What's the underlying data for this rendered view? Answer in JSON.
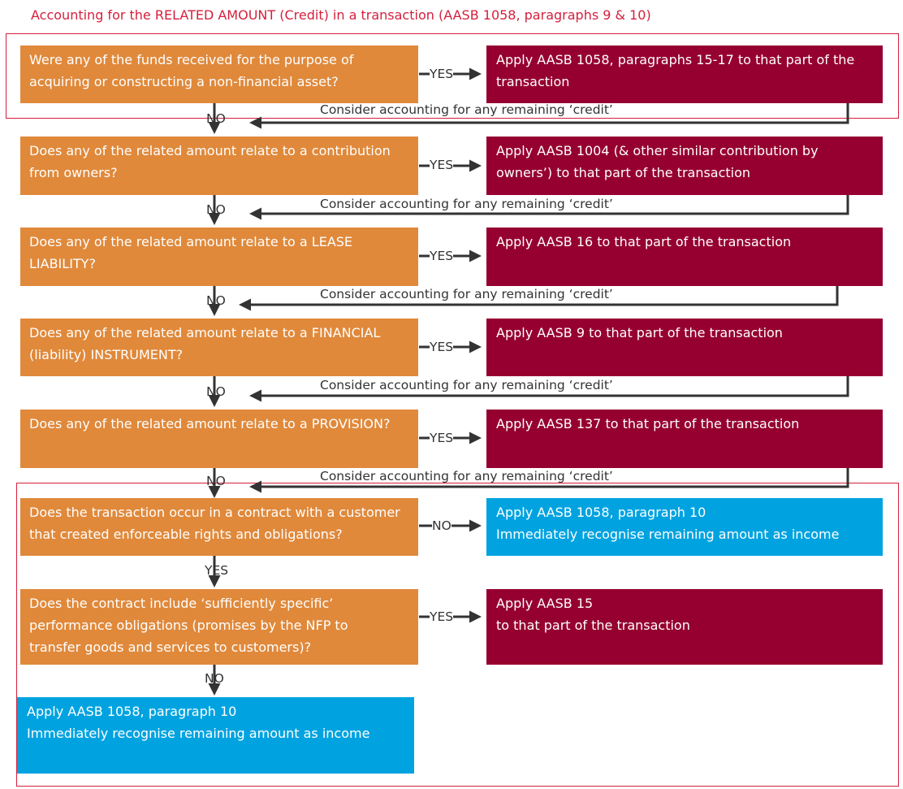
{
  "title": "Accounting for the RELATED AMOUNT (Credit) in a transaction (AASB 1058, paragraphs 9 & 10)",
  "colors": {
    "question": "#e0893b",
    "apply": "#960031",
    "income": "#00a3e0",
    "frame": "#d41f3c",
    "line": "#333333"
  },
  "consider_text": "Consider accounting for any remaining ‘credit’",
  "steps": [
    {
      "question": "Were any of the funds received for the purpose of\nacquiring or constructing a non-financial asset?",
      "branch": "YES",
      "outcome": "Apply AASB 1058, paragraphs 15-17 to that part of the\ntransaction",
      "down": "NO"
    },
    {
      "question": "Does any of the related amount relate to a contribution\nfrom owners?",
      "branch": "YES",
      "outcome": "Apply AASB 1004 (& other similar contribution by\nowners’) to that part of the transaction",
      "down": "NO"
    },
    {
      "question": "Does any of the related amount relate to a LEASE\nLIABILITY?",
      "branch": "YES",
      "outcome": "Apply AASB 16 to that part of the transaction",
      "down": "NO"
    },
    {
      "question": "Does any of the related amount relate to a FINANCIAL\n(liability) INSTRUMENT?",
      "branch": "YES",
      "outcome": "Apply AASB 9 to that part of the transaction",
      "down": "NO"
    },
    {
      "question": "Does any of the related amount relate to a PROVISION?",
      "branch": "YES",
      "outcome": "Apply AASB 137 to that part of the transaction",
      "down": "NO"
    },
    {
      "question": "Does the transaction occur in a contract with a customer\nthat created enforceable rights and obligations?",
      "branch": "NO",
      "outcome": "Apply AASB 1058, paragraph 10\nImmediately recognise remaining amount as income",
      "down": "YES"
    },
    {
      "question": "Does the contract include ‘sufficiently specific’\nperformance obligations (promises by the NFP to\ntransfer goods and services to customers)?",
      "branch": "YES",
      "outcome": "Apply AASB 15\nto that part of the transaction",
      "down": "NO"
    }
  ],
  "final": "Apply AASB 1058, paragraph 10\nImmediately recognise remaining amount as income"
}
